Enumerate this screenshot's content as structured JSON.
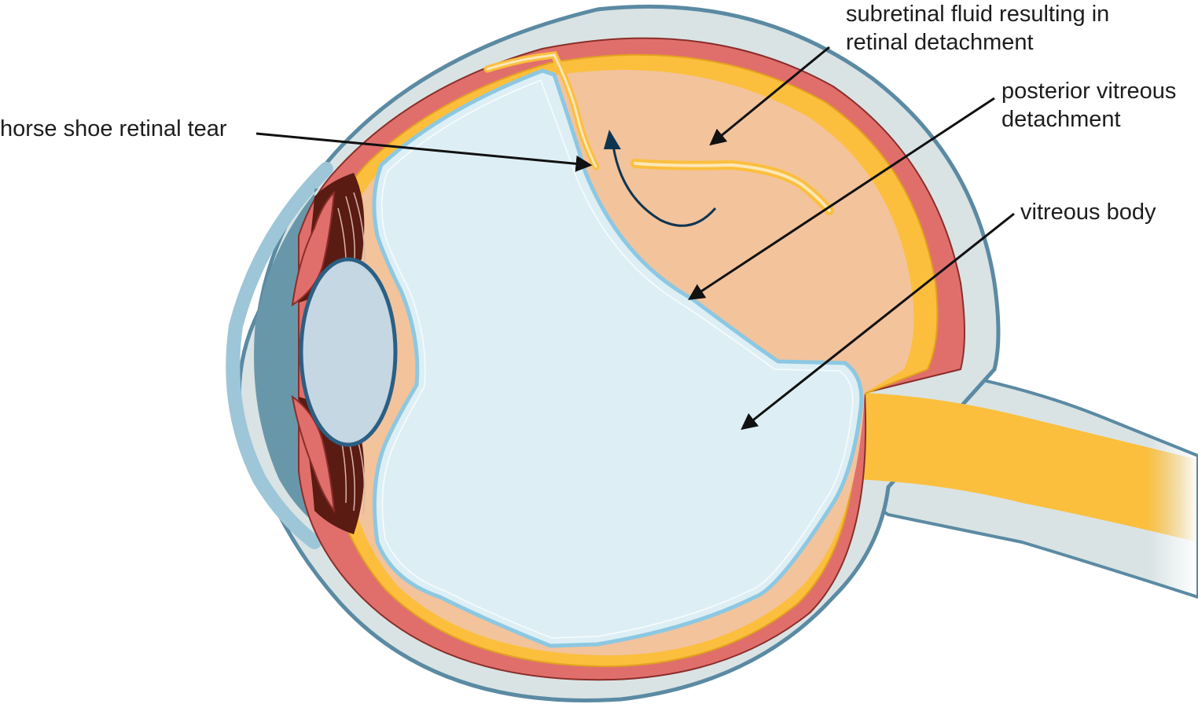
{
  "labels": {
    "subretinal_fluid": {
      "line1": "subretinal fluid resulting in",
      "line2": "retinal detachment"
    },
    "posterior_vitreous": {
      "line1": "posterior vitreous",
      "line2": "detachment"
    },
    "horseshoe_tear": {
      "line1": "horse shoe retinal tear"
    },
    "vitreous_body": {
      "line1": "vitreous body"
    }
  },
  "colors": {
    "sclera": "#d9e3e4",
    "sclera_outline": "#5b8aa3",
    "choroid": "#e06f6c",
    "retina_yellow": "#fbbf3d",
    "subretinal_fluid": "#f3c39c",
    "vitreous": "#ddeff5",
    "vitreous_outline": "#8cc8e2",
    "lens": "#c4d7e3",
    "lens_outline": "#2b5f84",
    "cornea_chamber": "#6997aa",
    "ciliary_dark": "#5a1b12",
    "optic_nerve": "#fbbf3d",
    "leader_line": "#111111",
    "flow_arrow": "#0d3552"
  }
}
